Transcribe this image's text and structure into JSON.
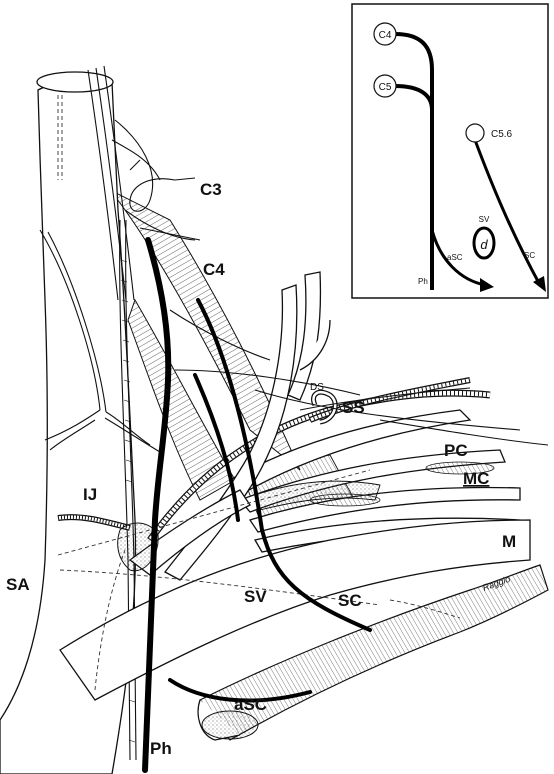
{
  "labels": {
    "c3": "C3",
    "c4": "C4",
    "ij": "IJ",
    "sa": "SA",
    "ss": "SS",
    "ds": "DS",
    "pc": "PC",
    "mc": "MC",
    "m": "M",
    "sv": "SV",
    "sc": "SC",
    "asc": "aSC",
    "ph": "Ph"
  },
  "inset": {
    "c4": "C4",
    "c5": "C5",
    "c56": "C5.6",
    "sv": "SV",
    "d": "d",
    "asc": "aSC",
    "sc": "SC",
    "ph": "Ph"
  },
  "signature": "Raggio"
}
